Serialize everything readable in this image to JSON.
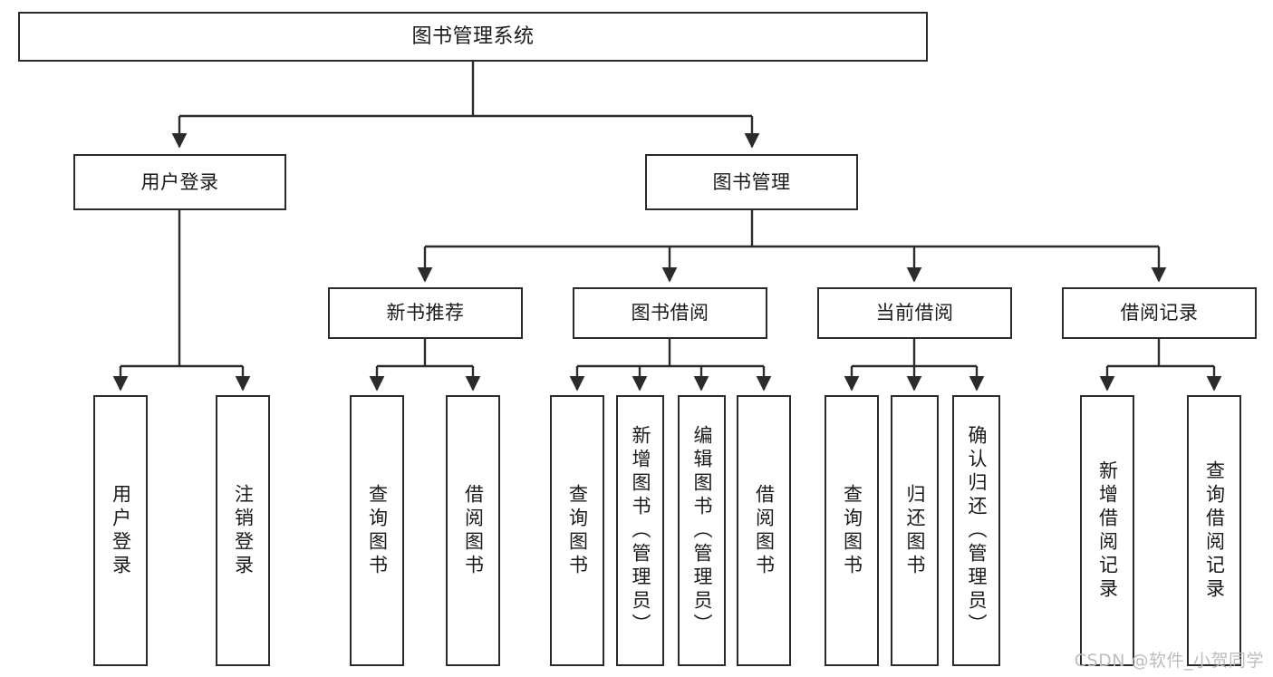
{
  "diagram": {
    "title": "图书管理系统",
    "type": "hierarchy-tree",
    "watermark": "CSDN @软件_小贺同学",
    "colors": {
      "box_border": "#2b2b2b",
      "box_fill": "#ffffff",
      "edge": "#2b2b2b",
      "text": "#1a1a1a",
      "watermark": "#bdbdbd"
    },
    "nodes": {
      "root": {
        "label": "图书管理系统"
      },
      "level2": [
        {
          "label": "用户登录"
        },
        {
          "label": "图书管理"
        }
      ],
      "level3": [
        {
          "label": "新书推荐"
        },
        {
          "label": "图书借阅"
        },
        {
          "label": "当前借阅"
        },
        {
          "label": "借阅记录"
        }
      ],
      "leaves": {
        "user_login": [
          {
            "label": "用户登录"
          },
          {
            "label": "注销登录"
          }
        ],
        "new_book_rec": [
          {
            "label": "查询图书"
          },
          {
            "label": "借阅图书"
          }
        ],
        "book_borrow": [
          {
            "label": "查询图书"
          },
          {
            "label": "新增图书（管理员）"
          },
          {
            "label": "编辑图书（管理员）"
          },
          {
            "label": "借阅图书"
          }
        ],
        "current_borrow": [
          {
            "label": "查询图书"
          },
          {
            "label": "归还图书"
          },
          {
            "label": "确认归还（管理员）"
          }
        ],
        "borrow_record": [
          {
            "label": "新增借阅记录"
          },
          {
            "label": "查询借阅记录"
          }
        ]
      }
    }
  }
}
